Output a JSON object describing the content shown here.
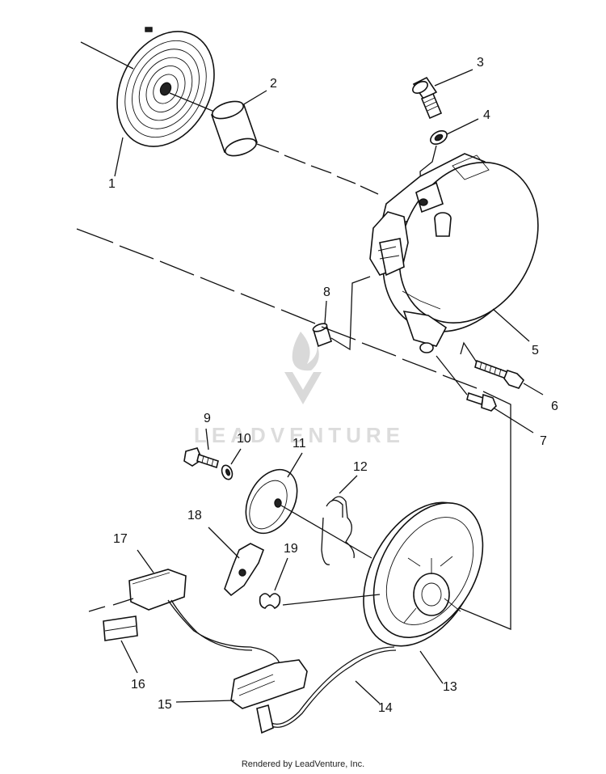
{
  "watermark": {
    "text": "LEADVENTURE"
  },
  "footer": {
    "text": "Rendered by LeadVenture, Inc."
  },
  "callouts": [
    {
      "number": "1"
    },
    {
      "number": "2"
    },
    {
      "number": "3"
    },
    {
      "number": "4"
    },
    {
      "number": "5"
    },
    {
      "number": "6"
    },
    {
      "number": "7"
    },
    {
      "number": "8"
    },
    {
      "number": "9"
    },
    {
      "number": "10"
    },
    {
      "number": "11"
    },
    {
      "number": "12"
    },
    {
      "number": "13"
    },
    {
      "number": "14"
    },
    {
      "number": "15"
    },
    {
      "number": "16"
    },
    {
      "number": "17"
    },
    {
      "number": "18"
    },
    {
      "number": "19"
    }
  ]
}
